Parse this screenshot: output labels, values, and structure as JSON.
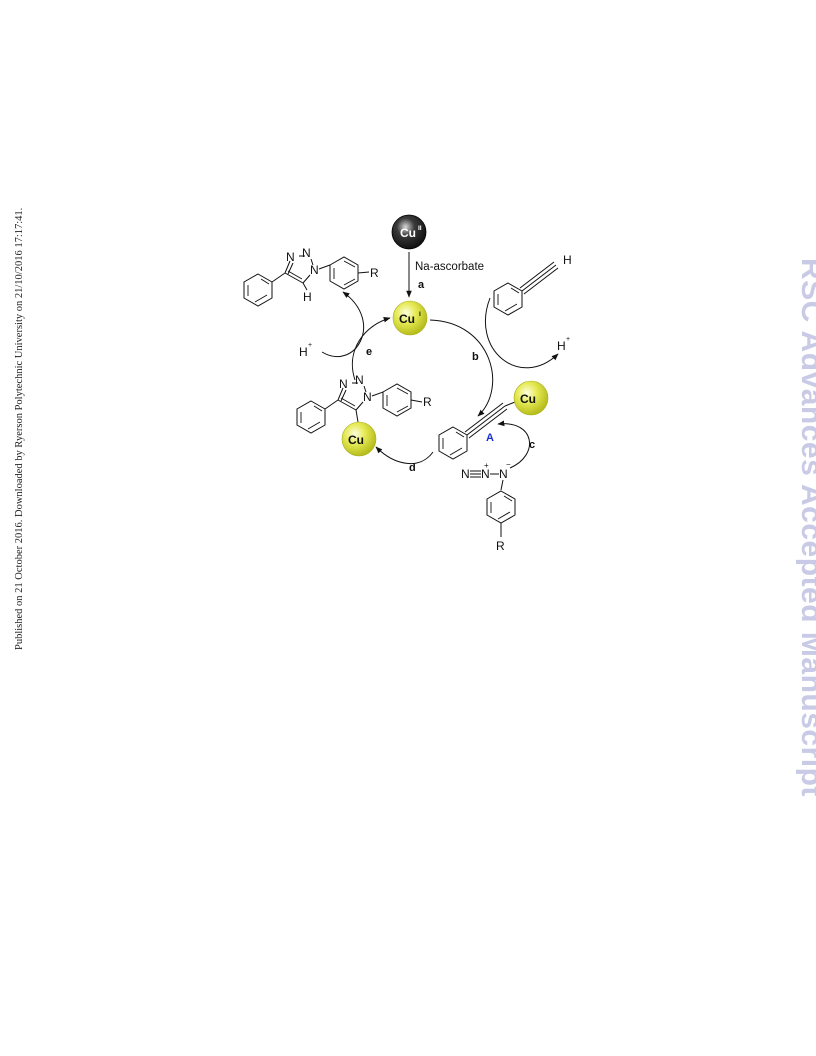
{
  "side_note": "Published on 21 October 2016. Downloaded by Ryerson Polytechnic University on 21/10/2016 17:17:41.",
  "watermark": "RSC Advances Accepted Manuscript",
  "catalysts": {
    "cu2": {
      "base": "Cu",
      "sup": "II"
    },
    "cu1": {
      "base": "Cu",
      "sup": "I"
    },
    "cu_a": "Cu",
    "cu_b": "Cu"
  },
  "reagent": "Na-ascorbate",
  "steps": {
    "a": "a",
    "b": "b",
    "c": "c",
    "d": "d",
    "e": "e"
  },
  "intermediate_label": "A",
  "proton": {
    "base": "H",
    "sup": "+"
  },
  "atoms": {
    "N": "N",
    "H": "H",
    "R": "R",
    "plus": "+",
    "minus": "−"
  },
  "colors": {
    "cu_yellow": "#e6ea55",
    "cu_dark": "#2b2b2b",
    "label_blue": "#1b2fd6",
    "watermark": "#c9cbe6"
  }
}
